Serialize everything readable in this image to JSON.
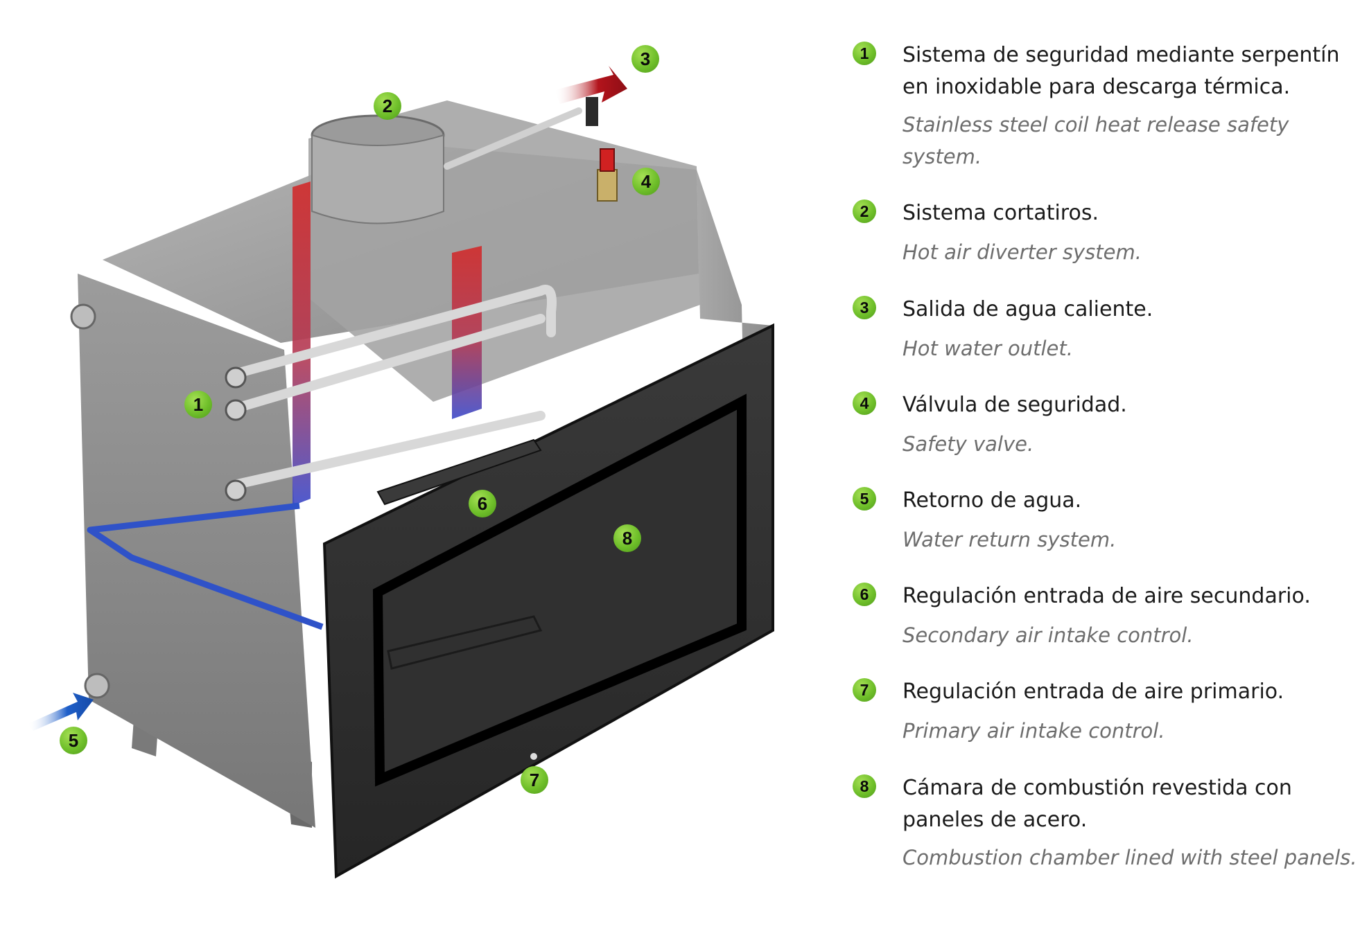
{
  "callouts": [
    "1",
    "2",
    "3",
    "4",
    "5",
    "6",
    "7",
    "8"
  ],
  "legend": [
    {
      "num": "1",
      "es": "Sistema de seguridad mediante serpentín en inoxidable para descarga térmica.",
      "en": "Stainless steel coil heat release safety system."
    },
    {
      "num": "2",
      "es": "Sistema cortatiros.",
      "en": "Hot air diverter system."
    },
    {
      "num": "3",
      "es": "Salida de agua caliente.",
      "en": "Hot water outlet."
    },
    {
      "num": "4",
      "es": "Válvula de seguridad.",
      "en": "Safety valve."
    },
    {
      "num": "5",
      "es": "Retorno de agua.",
      "en": "Water return system."
    },
    {
      "num": "6",
      "es": "Regulación entrada de aire secundario.",
      "en": "Secondary air intake control."
    },
    {
      "num": "7",
      "es": "Regulación entrada de aire primario.",
      "en": "Primary air intake control."
    },
    {
      "num": "8",
      "es": "Cámara de combustión revestida con paneles de acero.",
      "en": "Combustion chamber lined with steel panels."
    }
  ],
  "colors": {
    "callout_green": "#6fbf2a",
    "hot_red": "#c8202a",
    "cold_blue": "#2f52c8",
    "arrow_out": "#b3141c",
    "arrow_in": "#1f5fc9",
    "steel": "#8f8f8f",
    "frame": "#151515"
  },
  "icons": {
    "hot-water-outlet-arrow": "red-arrow-right",
    "water-return-arrow": "blue-arrow-right"
  }
}
